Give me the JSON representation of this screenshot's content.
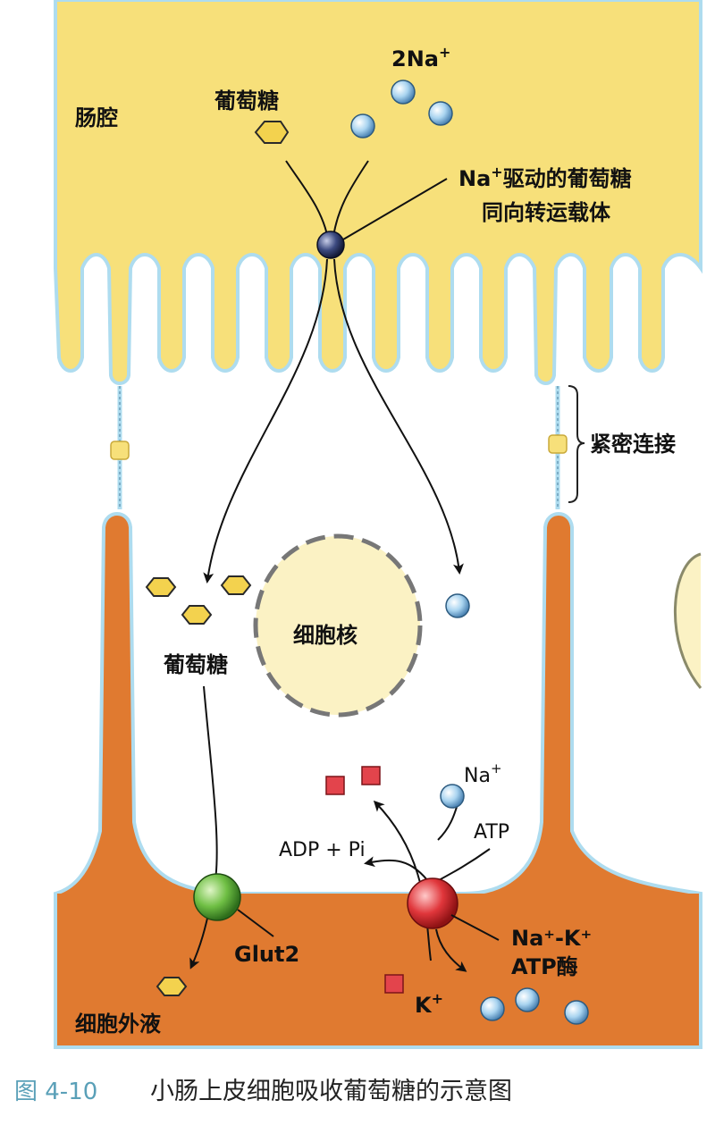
{
  "labels": {
    "lumen": "肠腔",
    "glucose_top": "葡萄糖",
    "sodium_top": "2Na",
    "sodium_top_sup": "+",
    "transporter_line1_prefix": "Na",
    "transporter_line1_sup": "+",
    "transporter_line1_rest": "驱动的葡萄糖",
    "transporter_line2": "同向转运载体",
    "tight_junction": "紧密连接",
    "nucleus": "细胞核",
    "glucose_cell": "葡萄糖",
    "sodium_cell": "Na",
    "sodium_cell_sup": "+",
    "adp_pi": "ADP + Pi",
    "atp": "ATP",
    "pump_line1": "Na⁺-K⁺",
    "pump_line2": "ATP酶",
    "glut2": "Glut2",
    "potassium": "K",
    "potassium_sup": "+",
    "extracellular": "细胞外液"
  },
  "caption": {
    "figure_number": "图 4-10",
    "title": "小肠上皮细胞吸收葡萄糖的示意图"
  },
  "colors": {
    "lumen_fill": "#f7e07a",
    "cell_basal_fill": "#e07a30",
    "membrane_edge": "#aedcef",
    "nucleus_fill": "#fbf2c4",
    "sodium_ion": "#a9d4f0",
    "potassium_ion": "#e3444c",
    "glut2": "#6fbf44",
    "pump": "#e0363b",
    "symporter": "#2e3a66",
    "glucose": "#f3d24e"
  }
}
